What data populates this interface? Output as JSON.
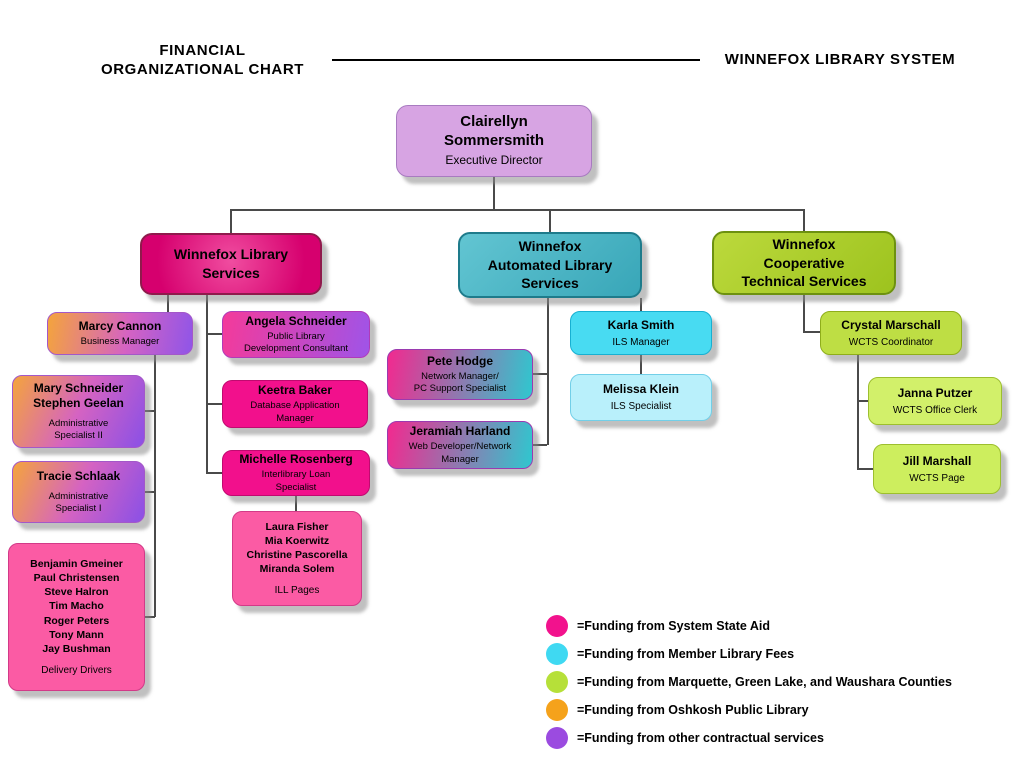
{
  "header": {
    "title": "FINANCIAL\nORGANIZATIONAL CHART",
    "org": "WINNEFOX LIBRARY SYSTEM"
  },
  "nodes": {
    "exec": {
      "name": "Clairellyn\nSommersmith",
      "title": "Executive Director",
      "bg": "#d7a4e3"
    },
    "wls": {
      "name": "Winnefox Library\nServices",
      "bg": "radial-gradient(circle at 50% 45%, #f04da0 0%, #d6006e 78%)"
    },
    "was": {
      "name": "Winnefox\nAutomated Library\nServices",
      "bg": "linear-gradient(135deg, #62c5d2, #38a6b8)"
    },
    "wcts": {
      "name": "Winnefox\nCooperative\nTechnical Services",
      "bg": "linear-gradient(135deg, #bcd93c, #9dc31e)"
    },
    "marcy": {
      "name": "Marcy Cannon",
      "title": "Business Manager",
      "bg": "linear-gradient(100deg, #f4a43c, #d563c2 55%, #8f55e8)"
    },
    "maryStephen": {
      "name": "Mary Schneider\nStephen Geelan",
      "title": "Administrative\nSpecialist II",
      "bg": "linear-gradient(115deg, #f4a43c, #d563c2 50%, #8a50e6)"
    },
    "tracie": {
      "name": "Tracie Schlaak",
      "title": "Administrative\nSpecialist I",
      "bg": "linear-gradient(115deg, #f4a43c, #d563c2 50%, #8a50e6)"
    },
    "drivers": {
      "name": "Benjamin Gmeiner\nPaul Christensen\nSteve Halron\nTim Macho\nRoger Peters\nTony Mann\nJay Bushman",
      "title": "Delivery Drivers",
      "bg": "#fb5ba4"
    },
    "angela": {
      "name": "Angela Schneider",
      "title": "Public Library\nDevelopment Consultant",
      "bg": "linear-gradient(100deg, #f43a9a, #9f54e8)"
    },
    "keetra": {
      "name": "Keetra Baker",
      "title": "Database Application\nManager",
      "bg": "#f2108c"
    },
    "michelle": {
      "name": "Michelle Rosenberg",
      "title": "Interlibrary Loan\nSpecialist",
      "bg": "#f2108c"
    },
    "illPages": {
      "name": "Laura Fisher\nMia Koerwitz\nChristine Pascorella\nMiranda Solem",
      "title": "ILL Pages",
      "bg": "#fb5ba4"
    },
    "pete": {
      "name": "Pete Hodge",
      "title": "Network Manager/\nPC Support Specialist",
      "bg": "linear-gradient(100deg, #f2298f, #2fc7cf)"
    },
    "jeramiah": {
      "name": "Jeramiah Harland",
      "title": "Web Developer/Network\nManager",
      "bg": "linear-gradient(100deg, #f2298f, #2fc7cf)"
    },
    "karla": {
      "name": "Karla Smith",
      "title": "ILS Manager",
      "bg": "#48dbf2"
    },
    "melissa": {
      "name": "Melissa Klein",
      "title": "ILS Specialist",
      "bg": "#b9f0fb"
    },
    "crystal": {
      "name": "Crystal Marschall",
      "title": "WCTS Coordinator",
      "bg": "#bede44"
    },
    "janna": {
      "name": "Janna Putzer",
      "title": "WCTS Office Clerk",
      "bg": "#d2f06a"
    },
    "jill": {
      "name": "Jill Marshall",
      "title": "WCTS Page",
      "bg": "#cdee5e"
    }
  },
  "legend": [
    {
      "color": "#f2128d",
      "label": "=Funding from System State Aid"
    },
    {
      "color": "#3fd9f2",
      "label": "=Funding from Member Library Fees"
    },
    {
      "color": "#b6e039",
      "label": "=Funding from Marquette, Green Lake, and Waushara Counties"
    },
    {
      "color": "#f5a21b",
      "label": "=Funding from Oshkosh Public Library"
    },
    {
      "color": "#9b4be0",
      "label": "=Funding from other contractual services"
    }
  ]
}
